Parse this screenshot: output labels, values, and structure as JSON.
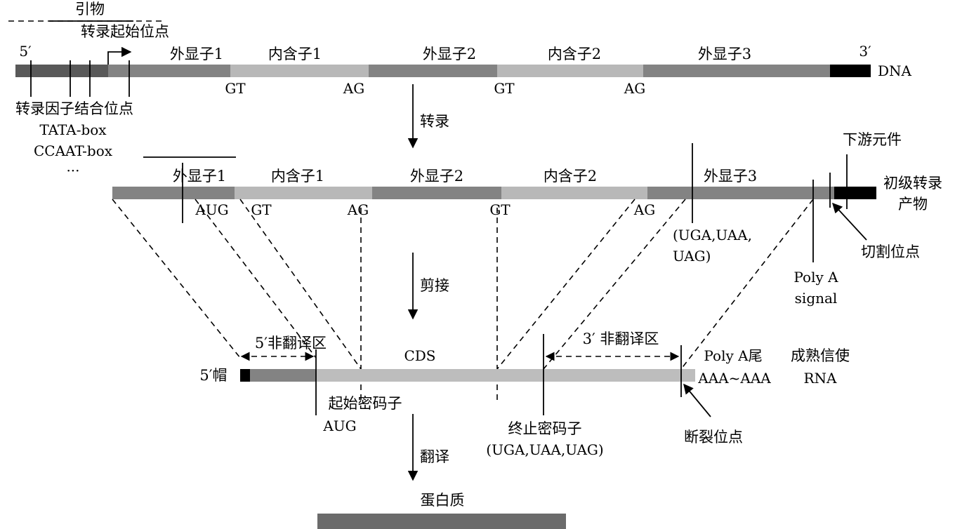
{
  "colors": {
    "dark": "#595959",
    "exon": "#838383",
    "intron": "#b8b8b8",
    "terminal": "#000000",
    "cds": "#bdbdbd"
  },
  "dna": {
    "primer": "引物",
    "tss": "转录起始位点",
    "five_prime": "5′",
    "three_prime": "3′",
    "exon1": "外显子1",
    "intron1": "内含子1",
    "exon2": "外显子2",
    "intron2": "内含子2",
    "exon3": "外显子3",
    "label": "DNA",
    "gt1": "GT",
    "ag1": "AG",
    "gt2": "GT",
    "ag2": "AG",
    "tf_site": "转录因子结合位点",
    "tata": "TATA-box",
    "ccaat": "CCAAT-box",
    "ellipsis": "···"
  },
  "steps": {
    "transcription": "转录",
    "splicing": "剪接",
    "translation": "翻译"
  },
  "primary": {
    "exon1": "外显子1",
    "intron1": "内含子1",
    "exon2": "外显子2",
    "intron2": "内含子2",
    "exon3": "外显子3",
    "label_line1": "初级转录",
    "label_line2": "产物",
    "downstream": "下游元件",
    "aug": "AUG",
    "gt1": "GT",
    "ag1": "AG",
    "gt2": "GT",
    "ag2": "AG",
    "stop_line1": "(UGA,UAA,",
    "stop_line2": "UAG)",
    "cleavage_site": "切割位点",
    "polya_signal_line1": "Poly A",
    "polya_signal_line2": "signal"
  },
  "mrna": {
    "utr5": "5′非翻译区",
    "utr3": "3′ 非翻译区",
    "cds": "CDS",
    "cap": "5′帽",
    "polya_tail": "Poly A尾",
    "polya_seq": "AAA~AAA",
    "label_line1": "成熟信使",
    "label_line2": "RNA",
    "start_codon": "起始密码子",
    "start_seq": "AUG",
    "stop_codon": "终止密码子",
    "stop_seq": "(UGA,UAA,UAG)",
    "break_site": "断裂位点"
  },
  "protein": {
    "label": "蛋白质"
  }
}
